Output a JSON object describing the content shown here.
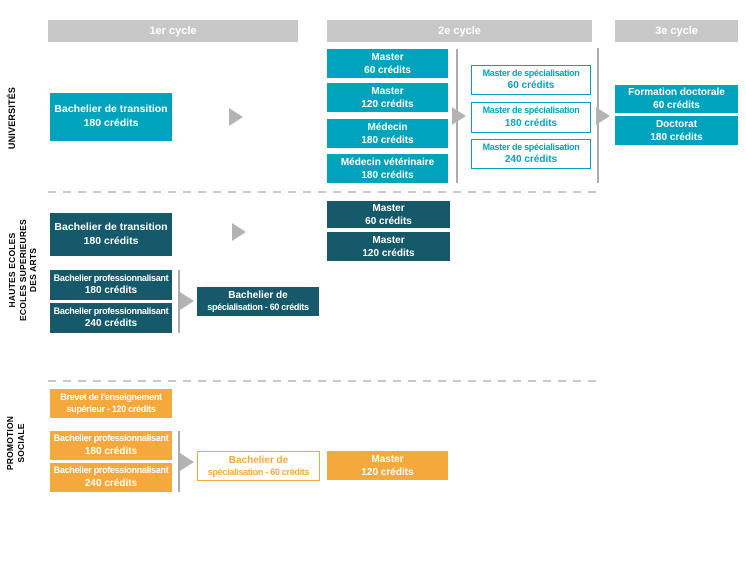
{
  "colors": {
    "teal": "#00A3BC",
    "dark_teal": "#15596B",
    "orange": "#F5A93C",
    "header_gray": "#C8C8C8",
    "arrow_gray": "#B3B3B3",
    "line_gray": "#ABABAB",
    "dash_gray": "#C9C9C9"
  },
  "headers": {
    "cycle1": "1er cycle",
    "cycle2": "2e cycle",
    "cycle3": "3e cycle"
  },
  "universites": {
    "label": "UNIVERSITÉS",
    "bachelier_transition": {
      "l1": "Bachelier de transition",
      "l2": "180 crédits"
    },
    "master_60": {
      "l1": "Master",
      "l2": "60 crédits"
    },
    "master_120": {
      "l1": "Master",
      "l2": "120 crédits"
    },
    "medecin": {
      "l1": "Médecin",
      "l2": "180 crédits"
    },
    "medecin_veterinaire": {
      "l1": "Médecin vétérinaire",
      "l2": "180 crédits"
    },
    "spec_60": {
      "l1": "Master de spécialisation",
      "l2": "60 crédits"
    },
    "spec_180": {
      "l1": "Master de spécialisation",
      "l2": "180 crédits"
    },
    "spec_240": {
      "l1": "Master de spécialisation",
      "l2": "240 crédits"
    },
    "formation_doctorale": {
      "l1": "Formation doctorale",
      "l2": "60 crédits"
    },
    "doctorat": {
      "l1": "Doctorat",
      "l2": "180 crédits"
    }
  },
  "hautes_ecoles": {
    "label": {
      "l1": "HAUTES ECOLES",
      "l2": "ECOLES SUPERIEURES",
      "l3": "DES ARTS"
    },
    "bachelier_transition": {
      "l1": "Bachelier de transition",
      "l2": "180 crédits"
    },
    "master_60": {
      "l1": "Master",
      "l2": "60 crédits"
    },
    "master_120": {
      "l1": "Master",
      "l2": "120 crédits"
    },
    "bachelier_pro_180": {
      "l1": "Bachelier professionnalisant",
      "l2": "180 crédits"
    },
    "bachelier_pro_240": {
      "l1": "Bachelier professionnalisant",
      "l2": "240 crédits"
    },
    "bachelier_spec": {
      "l1": "Bachelier de",
      "l2": "spécialisation - 60 crédits"
    }
  },
  "promotion_sociale": {
    "label": {
      "l1": "PROMOTION",
      "l2": "SOCIALE"
    },
    "brevet": {
      "l1": "Brevet de l'enseignement",
      "l2": "supérieur - 120 crédits"
    },
    "bachelier_pro_180": {
      "l1": "Bachelier professionnalisant",
      "l2": "180 crédits"
    },
    "bachelier_pro_240": {
      "l1": "Bachelier professionnalisant",
      "l2": "240 crédits"
    },
    "bachelier_spec": {
      "l1": "Bachelier de",
      "l2": "spécialisation - 60 crédits"
    },
    "master_120": {
      "l1": "Master",
      "l2": "120 crédits"
    }
  }
}
